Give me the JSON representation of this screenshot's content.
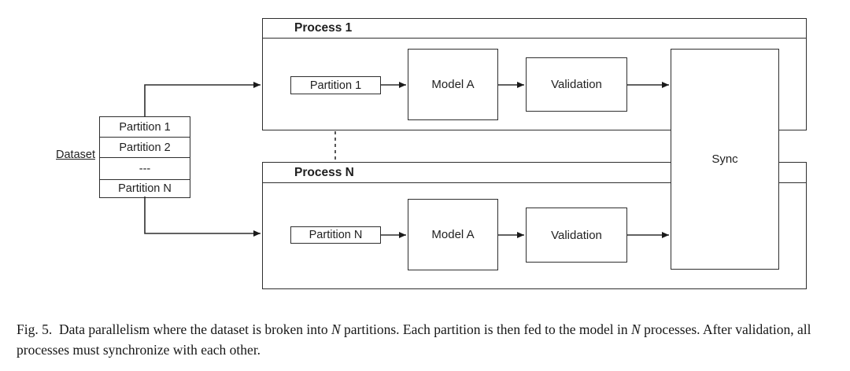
{
  "diagram": {
    "dataset": {
      "label": "Dataset",
      "partitions": [
        "Partition 1",
        "Partition 2",
        "---",
        "Partition N"
      ]
    },
    "processes": [
      {
        "title": "Process 1",
        "partition": "Partition 1",
        "model": "Model A",
        "validation": "Validation"
      },
      {
        "title": "Process N",
        "partition": "Partition N",
        "model": "Model A",
        "validation": "Validation"
      }
    ],
    "sync_label": "Sync",
    "colors": {
      "stroke": "#2e2e2e",
      "arrow": "#1a1a1a",
      "box_fill": "#ffffff",
      "background": "#ffffff",
      "text": "#1f1f1f"
    }
  },
  "caption": {
    "figure_number": "Fig. 5.",
    "segments": [
      {
        "text": "Fig. 5.  Data parallelism where the dataset is broken into ",
        "italic": false
      },
      {
        "text": "N",
        "italic": true
      },
      {
        "text": " partitions. Each partition is then fed to the model in ",
        "italic": false
      },
      {
        "text": "N",
        "italic": true
      },
      {
        "text": " processes. After validation, all processes must synchronize with each other.",
        "italic": false
      }
    ]
  }
}
